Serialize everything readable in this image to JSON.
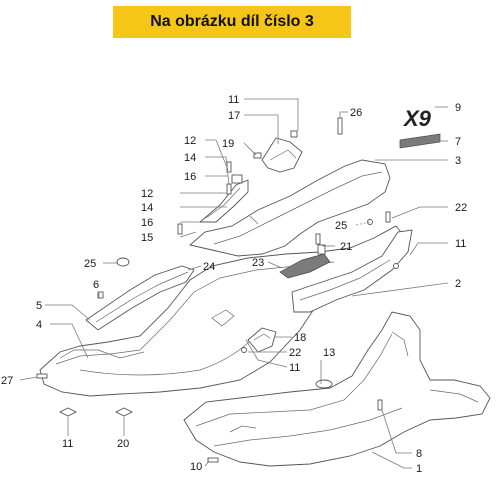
{
  "banner": {
    "text": "Na obrázku díl číslo 3"
  },
  "logo": {
    "mark": "X9"
  },
  "accent_color": "#c8102e",
  "banner_color": "#f5c518",
  "callouts": [
    "11",
    "17",
    "26",
    "9",
    "7",
    "12",
    "14",
    "19",
    "16",
    "3",
    "12",
    "14",
    "16",
    "15",
    "25",
    "22",
    "21",
    "11",
    "23",
    "25",
    "24",
    "2",
    "6",
    "5",
    "18",
    "4",
    "22",
    "13",
    "11",
    "27",
    "11",
    "20",
    "8",
    "10",
    "1"
  ]
}
